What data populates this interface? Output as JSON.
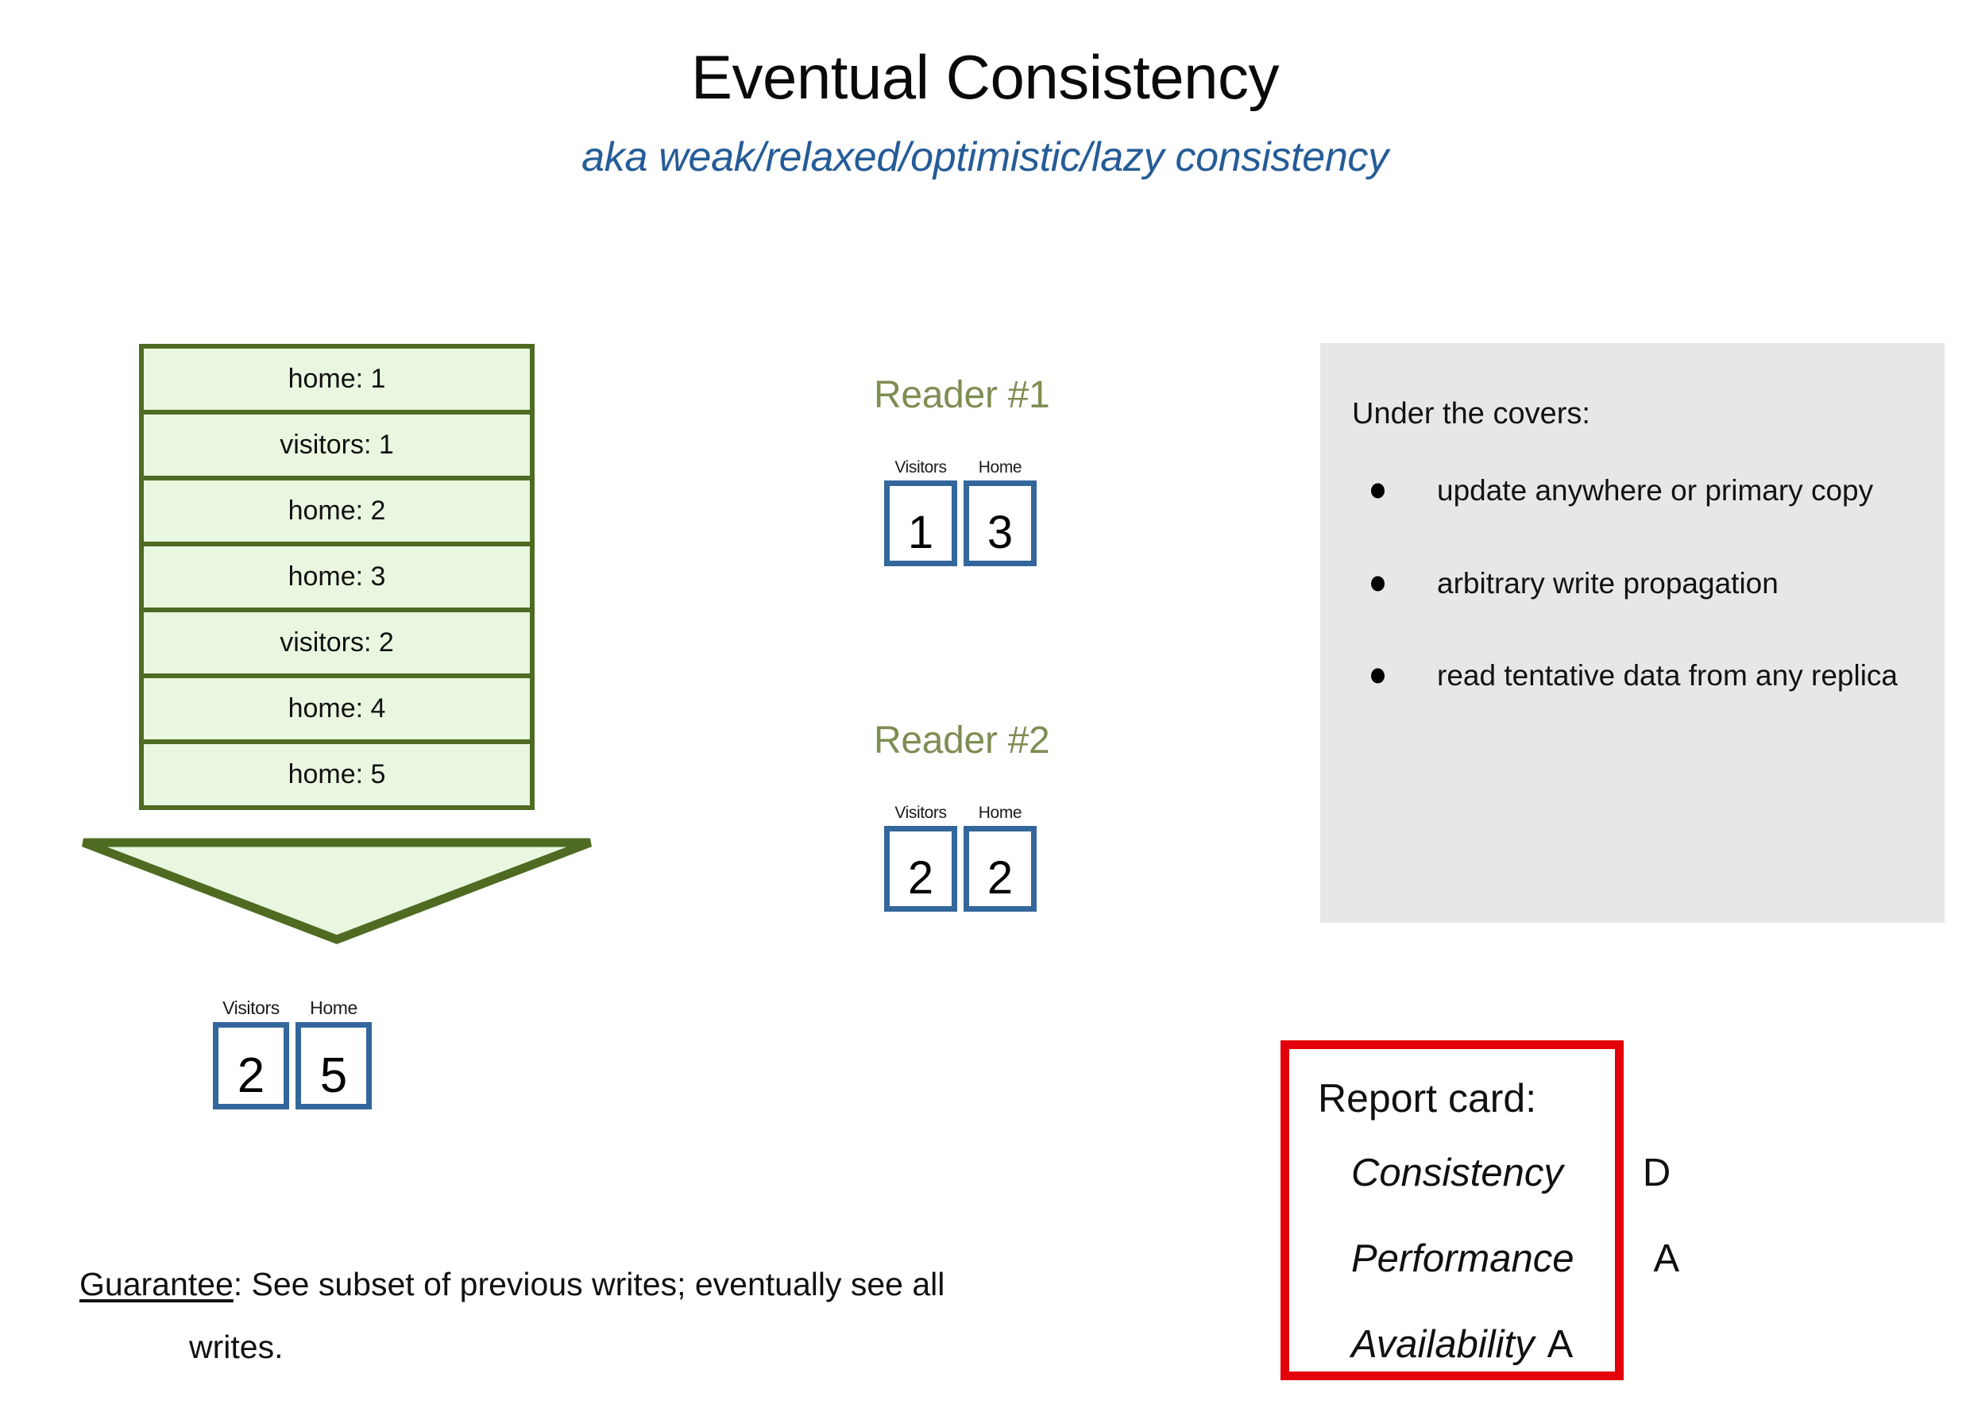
{
  "slide": {
    "title": "Eventual Consistency",
    "subtitle": "aka weak/relaxed/optimistic/lazy consistency"
  },
  "write_log": {
    "rows": [
      {
        "text": "home: 1"
      },
      {
        "text": "visitors: 1"
      },
      {
        "text": "home: 2"
      },
      {
        "text": "home: 3"
      },
      {
        "text": "visitors: 2"
      },
      {
        "text": "home: 4"
      },
      {
        "text": "home: 5"
      }
    ],
    "fill_color": "#E9F7E0",
    "border_color": "#4F6B22"
  },
  "scoreboards": {
    "border_color": "#33679C",
    "main": {
      "visitors_label": "Visitors",
      "visitors_value": "2",
      "home_label": "Home",
      "home_value": "5"
    },
    "reader1": {
      "heading": "Reader #1",
      "visitors_label": "Visitors",
      "visitors_value": "1",
      "home_label": "Home",
      "home_value": "3"
    },
    "reader2": {
      "heading": "Reader #2",
      "visitors_label": "Visitors",
      "visitors_value": "2",
      "home_label": "Home",
      "home_value": "2"
    },
    "heading_color": "#7E8D52"
  },
  "guarantee": {
    "label": "Guarantee",
    "line1": ": See subset of previous writes; eventually see all",
    "line2": "writes."
  },
  "covers": {
    "title": "Under the covers:",
    "panel_color": "#E7E7E7",
    "bullets": [
      {
        "text": "update anywhere or primary copy"
      },
      {
        "text": "arbitrary write propagation"
      },
      {
        "text": "read tentative data from any replica"
      }
    ]
  },
  "report_card": {
    "title": "Report card:",
    "border_color": "#E3000B",
    "rows": [
      {
        "label": "Consistency",
        "grade": "D"
      },
      {
        "label": "Performance",
        "grade": "A"
      },
      {
        "label": "Availability",
        "grade": "A"
      }
    ]
  }
}
